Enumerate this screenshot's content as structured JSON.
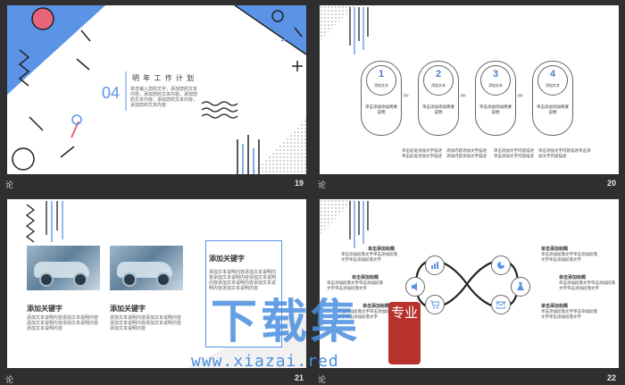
{
  "colors": {
    "blue": "#5b93e6",
    "pink": "#e8647a",
    "dark": "#222222",
    "accent": "#4a7fc1"
  },
  "slides": [
    {
      "num": "19",
      "label": "论"
    },
    {
      "num": "20",
      "label": "论"
    },
    {
      "num": "21",
      "label": "论"
    },
    {
      "num": "22",
      "label": "论"
    }
  ],
  "s19": {
    "title": "明 年 工 作 计 划",
    "number": "04",
    "body": "单击输入您的文字，添加您的文本内容，添加您的文本内容，添加您的文本内容，添加您的文本内容，添加您的文本内容"
  },
  "s20": {
    "steps": [
      {
        "n": "1",
        "t": "添加文本",
        "d": "单击添加添加简要说明"
      },
      {
        "n": "2",
        "t": "添加文本",
        "d": "单击添加添加简要说明"
      },
      {
        "n": "3",
        "t": "添加文本",
        "d": "单击添加添加简要说明"
      },
      {
        "n": "4",
        "t": "添加文本",
        "d": "单击添加添加简要说明"
      }
    ],
    "notes": [
      "单击此处添加文字描述单击此处添加文字描述",
      "添加内容添加文字描述添加内容添加文字描述",
      "单击添加文字内容描述单击添加文字内容描述",
      "单击添加文字内容描述单击添加文字内容描述"
    ]
  },
  "s21": {
    "items": [
      {
        "title": "添加关键字",
        "body": "添加文本说明内容添加文本说明内容添加文本说明内容添加文本说明内容添加文本说明内容"
      },
      {
        "title": "添加关键字",
        "body": "添加文本说明内容添加文本说明内容添加文本说明内容添加文本说明内容添加文本说明内容"
      },
      {
        "title": "添加关键字",
        "body": "添加文本说明内容添加文本说明内容添加文本说明内容添加文本说明内容添加文本说明内容添加文本说明内容添加文本说明内容"
      }
    ]
  },
  "s22": {
    "labels": [
      "单击添加标题",
      "单击添加标题",
      "单击添加标题",
      "单击添加标题",
      "单击添加标题",
      "单击添加标题"
    ],
    "body": "单击添加段落文字单击添加段落文字单击添加段落文字"
  },
  "watermark": {
    "big": "下载集",
    "seal": "专业",
    "url": "www.xiazai.red"
  }
}
